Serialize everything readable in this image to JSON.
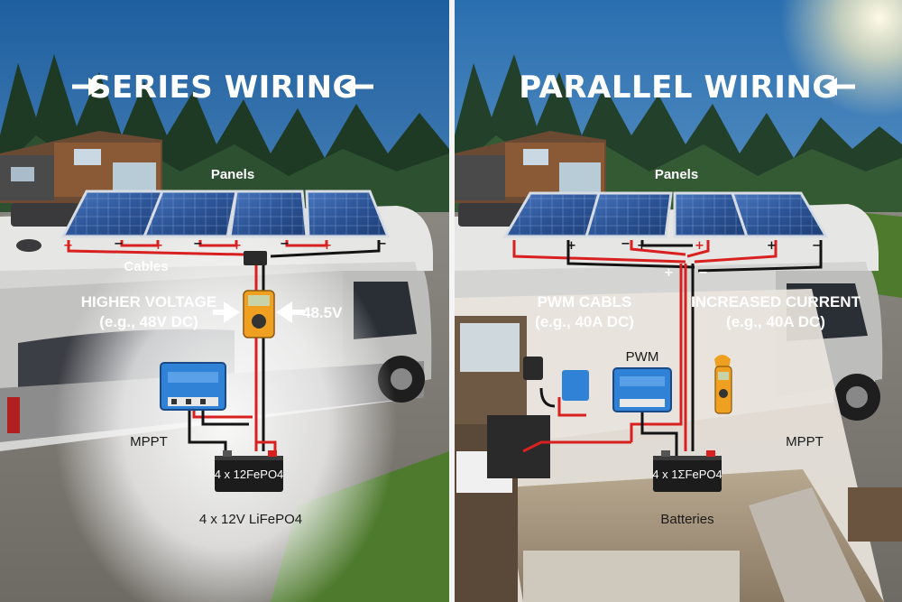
{
  "left": {
    "title": "SERIES WIRING",
    "panels_label": "Panels",
    "cables_label": "Cables",
    "voltage_line1": "HIGHER VOLTAGE",
    "voltage_line2": "(e.g., 48V DC)",
    "meter_reading": "48.5V",
    "controller_label": "MPPT",
    "battery_box": "4 x 12FePO4",
    "battery_caption": "4 x 12V LiFePO4"
  },
  "right": {
    "title": "PARALLEL WIRING",
    "panels_label": "Panels",
    "cables_line1": "PWM CABLS",
    "cables_line2": "(e.g., 40A DC)",
    "current_line1": "INCREASED CURRENT",
    "current_line2": "(e.g., 40A DC)",
    "controller_label": "PWM",
    "side_label": "MPPT",
    "battery_box": "4 x 1ΣFePO4",
    "battery_caption": "Batteries"
  },
  "colors": {
    "wire_positive": "#d92020",
    "wire_negative": "#141414",
    "controller": "#2f82d6",
    "meter": "#f0a020"
  },
  "icons": [
    "arrow-right-icon",
    "arrow-left-icon",
    "multimeter-icon",
    "clamp-meter-icon",
    "battery-icon",
    "charge-controller-icon",
    "solar-panel-icon"
  ]
}
